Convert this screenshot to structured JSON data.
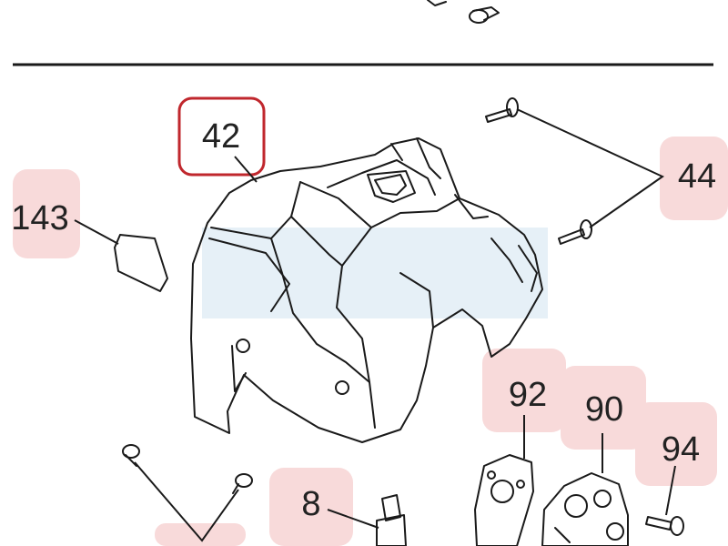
{
  "diagram": {
    "callouts": [
      {
        "id": "42",
        "label": "42",
        "highlighted": true
      },
      {
        "id": "143",
        "label": "143",
        "highlighted": false
      },
      {
        "id": "44",
        "label": "44",
        "highlighted": false
      },
      {
        "id": "92",
        "label": "92",
        "highlighted": false
      },
      {
        "id": "90",
        "label": "90",
        "highlighted": false
      },
      {
        "id": "94",
        "label": "94",
        "highlighted": false
      },
      {
        "id": "8",
        "label": "8",
        "highlighted": false
      }
    ],
    "colors": {
      "highlight_border": "#c0272d",
      "callout_bg": "#f8dada",
      "line": "#1a1a1a",
      "watermark": "#dbe9f4"
    }
  }
}
